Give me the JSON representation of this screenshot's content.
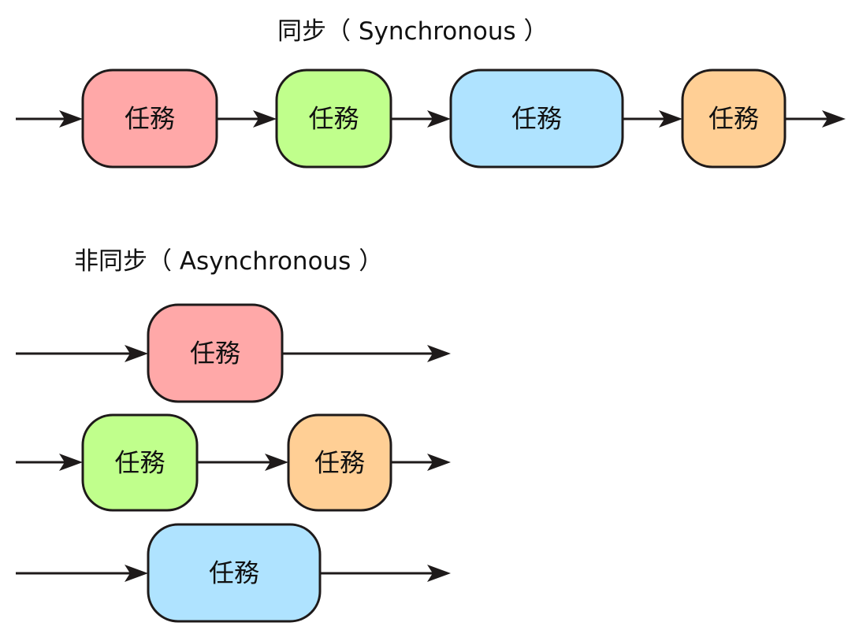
{
  "colors": {
    "red": "#ffa8a8",
    "green": "#c0ff8c",
    "blue": "#afe3ff",
    "orange": "#ffcf95",
    "stroke": "#1e1a1a"
  },
  "sync": {
    "title": "同步（ Synchronous ）",
    "tasks": [
      {
        "label": "任務",
        "color": "red"
      },
      {
        "label": "任務",
        "color": "green"
      },
      {
        "label": "任務",
        "color": "blue"
      },
      {
        "label": "任務",
        "color": "orange"
      }
    ]
  },
  "async": {
    "title": "非同步（ Asynchronous ）",
    "rows": [
      {
        "tasks": [
          {
            "label": "任務",
            "color": "red"
          }
        ]
      },
      {
        "tasks": [
          {
            "label": "任務",
            "color": "green"
          },
          {
            "label": "任務",
            "color": "orange"
          }
        ]
      },
      {
        "tasks": [
          {
            "label": "任務",
            "color": "blue"
          }
        ]
      }
    ]
  }
}
